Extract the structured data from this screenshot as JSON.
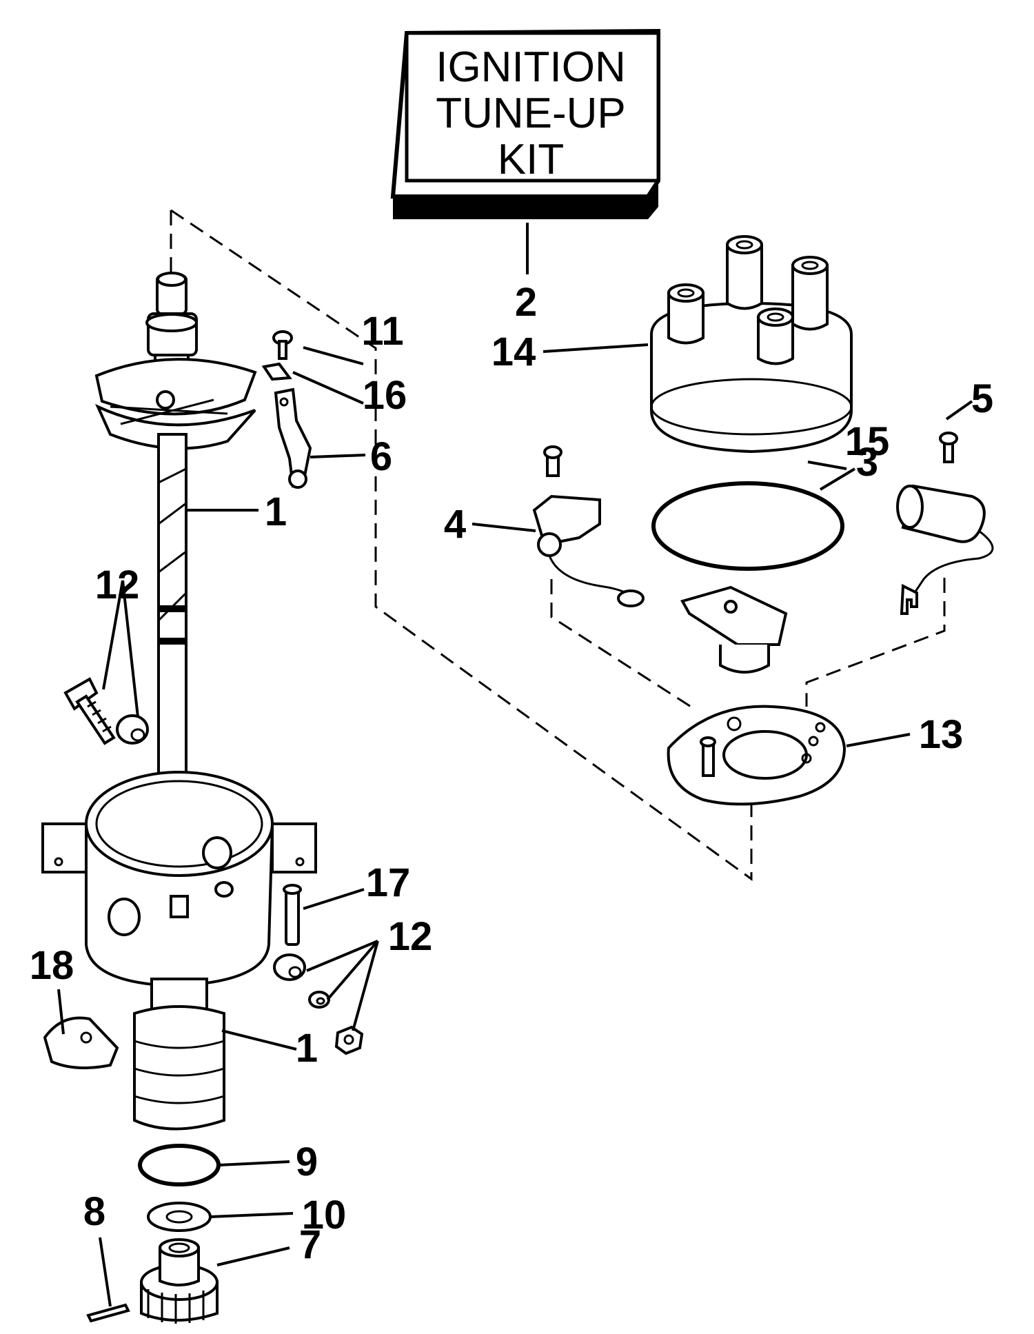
{
  "kit_box": {
    "lines": [
      "IGNITION",
      "TUNE-UP",
      "KIT"
    ]
  },
  "callouts": {
    "c1a": "1",
    "c1b": "1",
    "c2": "2",
    "c3": "3",
    "c4": "4",
    "c5": "5",
    "c6": "6",
    "c7": "7",
    "c8": "8",
    "c9": "9",
    "c10": "10",
    "c11": "11",
    "c12a": "12",
    "c12b": "12",
    "c13": "13",
    "c14": "14",
    "c15": "15",
    "c16": "16",
    "c17": "17",
    "c18": "18"
  }
}
